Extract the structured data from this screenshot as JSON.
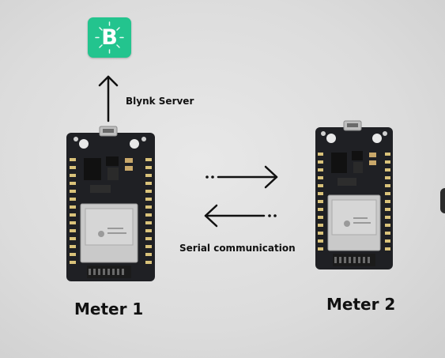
{
  "blynk": {
    "icon": "blynk-logo-icon",
    "letter": "B",
    "color": "#23c48e"
  },
  "labels": {
    "server": "Blynk Server",
    "serial": "Serial communication",
    "meter1": "Meter 1",
    "meter2": "Meter 2"
  },
  "colors": {
    "board": "#1f2024",
    "module": "#c9c9c9",
    "arrow": "#111111"
  }
}
